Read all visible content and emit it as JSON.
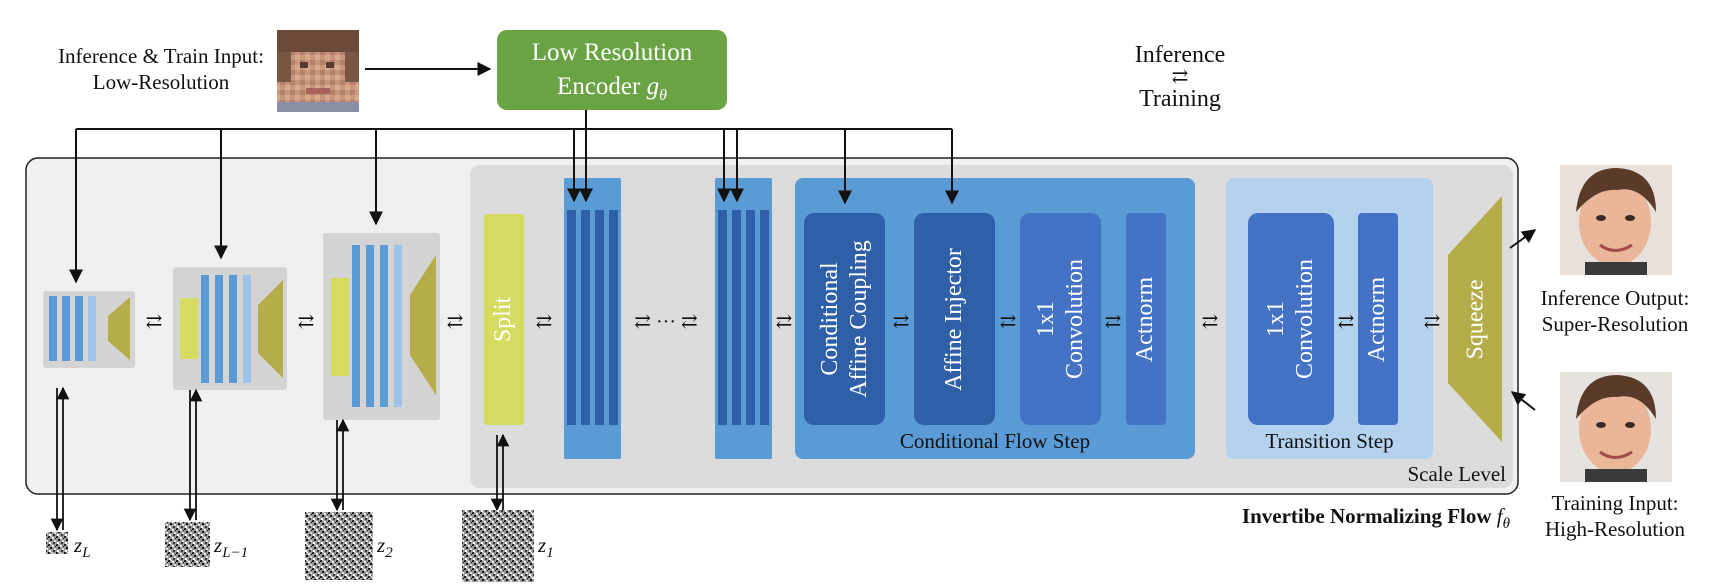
{
  "input_label": {
    "line1": "Inference & Train Input:",
    "line2": "Low-Resolution"
  },
  "encoder": {
    "line1": "Low Resolution",
    "line2_text": "Encoder ",
    "line2_symbol": "g",
    "line2_sub": "θ",
    "color": "#6aa343"
  },
  "legend": {
    "top": "Inference",
    "bottom": "Training",
    "arrows": "⇄"
  },
  "flow_blocks": {
    "split": "Split",
    "conditional_affine_coupling": "Conditional\nAffine Coupling",
    "affine_injector": "Affine Injector",
    "conv1x1": "1x1\nConvolution",
    "actnorm": "Actnorm",
    "transition_conv1x1": "1x1\nConvolution",
    "transition_actnorm": "Actnorm",
    "squeeze": "Squeeze",
    "ellipsis": "⇄ ··· ⇄"
  },
  "group_labels": {
    "conditional_flow_step": "Conditional Flow Step",
    "transition_step": "Transition Step",
    "scale_level": "Scale Level"
  },
  "flow_title": {
    "text": "Invertibe Normalizing Flow ",
    "symbol": "f",
    "sub": "θ"
  },
  "output_label": {
    "line1": "Inference Output:",
    "line2": "Super-Resolution"
  },
  "train_input_label": {
    "line1": "Training Input:",
    "line2": "High-Resolution"
  },
  "latents": [
    {
      "symbol": "z",
      "sub": "L"
    },
    {
      "symbol": "z",
      "sub": "L−1"
    },
    {
      "symbol": "z",
      "sub": "2"
    },
    {
      "symbol": "z",
      "sub": "1"
    }
  ],
  "colors": {
    "green": "#6aa343",
    "dark_blue": "#2f5fa6",
    "mid_blue": "#4a7fcf",
    "light_blue": "#5b9bd5",
    "pale_blue": "#9dc3e6",
    "yellow": "#d6dc62",
    "olive": "#b5ac4a",
    "gray_panel": "#dedede",
    "outer_panel": "#f0f0f0"
  }
}
